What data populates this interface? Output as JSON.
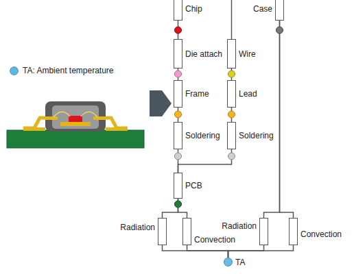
{
  "diagram": {
    "nodes": [
      {
        "text": [
          "Chip"
        ]
      },
      {
        "text": [
          "Die attach"
        ]
      },
      {
        "text": [
          "Frame"
        ]
      },
      {
        "text": [
          "Soldering"
        ]
      },
      {
        "text": [
          "PCB"
        ]
      },
      {
        "text": [
          "Radiation"
        ]
      },
      {
        "text": [
          "Convection"
        ]
      },
      {
        "text": [
          "Wire"
        ]
      },
      {
        "text": [
          "Lead"
        ]
      },
      {
        "text": [
          "Soldering"
        ]
      },
      {
        "text": [
          "Case"
        ]
      },
      {
        "text": [
          "Radiation"
        ]
      },
      {
        "text": [
          "Convection"
        ]
      },
      {
        "text": [
          "TA"
        ]
      }
    ],
    "edges": [
      {
        "from": 0,
        "to": 1,
        "arrow": "none"
      },
      {
        "from": 1,
        "to": 2,
        "arrow": "none"
      },
      {
        "from": 2,
        "to": 3,
        "arrow": "none"
      },
      {
        "from": 3,
        "to": 4,
        "arrow": "none"
      },
      {
        "from": 7,
        "to": 8,
        "arrow": "none"
      },
      {
        "from": 8,
        "to": 9,
        "arrow": "none"
      },
      {
        "from": 9,
        "to": 4,
        "arrow": "none"
      },
      {
        "from": 4,
        "to": 5,
        "arrow": "none"
      },
      {
        "from": 4,
        "to": 6,
        "arrow": "none"
      },
      {
        "from": 5,
        "to": 13,
        "arrow": "none"
      },
      {
        "from": 6,
        "to": 13,
        "arrow": "none"
      },
      {
        "from": 10,
        "to": 11,
        "arrow": "none"
      },
      {
        "from": 10,
        "to": 12,
        "arrow": "none"
      },
      {
        "from": 11,
        "to": 13,
        "arrow": "none"
      },
      {
        "from": 12,
        "to": 13,
        "arrow": "none"
      }
    ],
    "legend": [
      {
        "text": "TA: Ambient temperature",
        "color": "#5eb6e4"
      }
    ]
  }
}
